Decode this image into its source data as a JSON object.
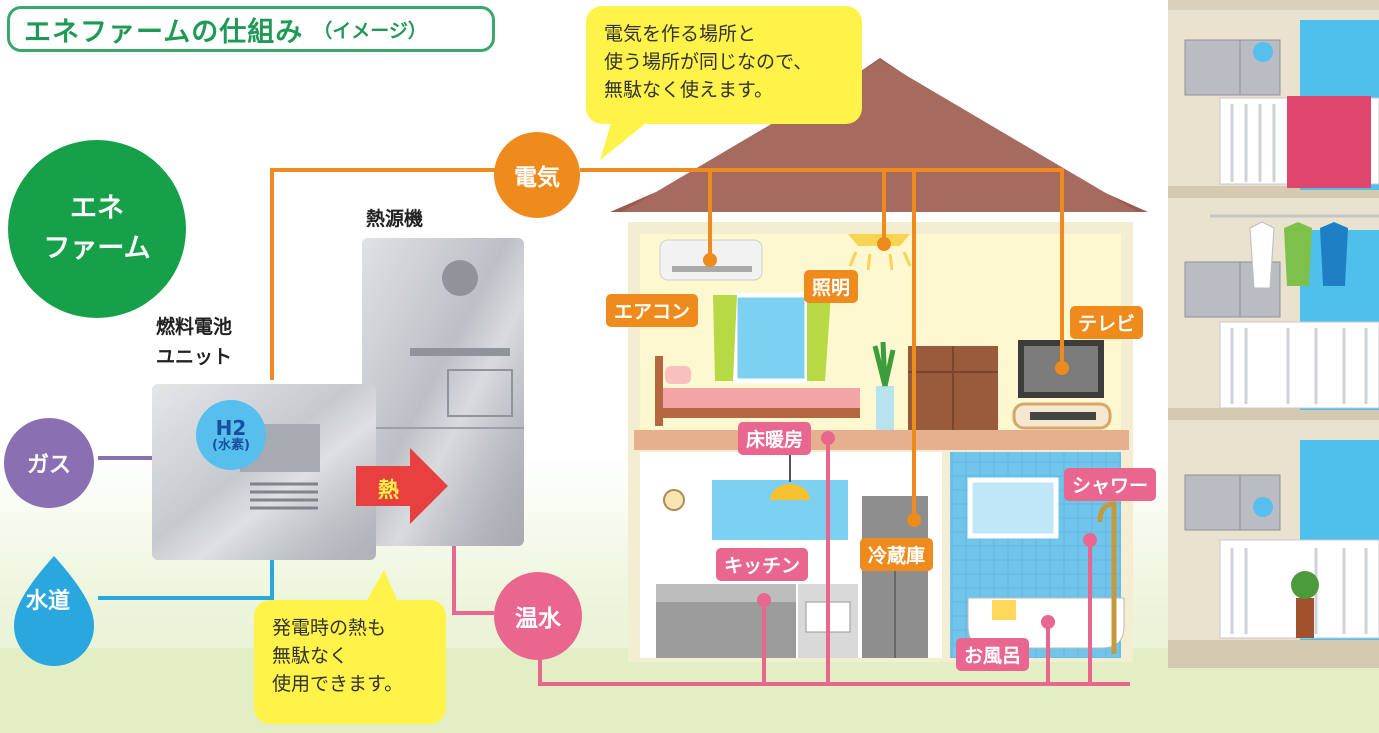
{
  "title": {
    "main": "エネファームの仕組み",
    "sub": "（イメージ）"
  },
  "badge": {
    "line1": "エネ",
    "line2": "ファーム"
  },
  "units": {
    "fuel_cell_line1": "燃料電池",
    "fuel_cell_line2": "ユニット",
    "heat_source": "熱源機",
    "h2": "H2",
    "h2_note": "(水素)"
  },
  "inputs": {
    "gas": "ガス",
    "water": "水道"
  },
  "flows": {
    "electricity": "電気",
    "heat": "熱",
    "hot_water": "温水"
  },
  "callouts": {
    "top": [
      "電気を作る場所と",
      "使う場所が同じなので、",
      "無駄なく使えます。"
    ],
    "bottom": [
      "発電時の熱も",
      "無駄なく",
      "使用できます。"
    ]
  },
  "appliances": {
    "aircon": "エアコン",
    "light": "照明",
    "tv": "テレビ",
    "floor_heating": "床暖房",
    "kitchen": "キッチン",
    "fridge": "冷蔵庫",
    "shower": "シャワー",
    "bath": "お風呂"
  },
  "colors": {
    "electric": "#ef8a1d",
    "hot_water": "#e9668f",
    "gas": "#8a6fb3",
    "water": "#2aa7df",
    "ene": "#16a04a",
    "bubble": "#fff34a"
  }
}
